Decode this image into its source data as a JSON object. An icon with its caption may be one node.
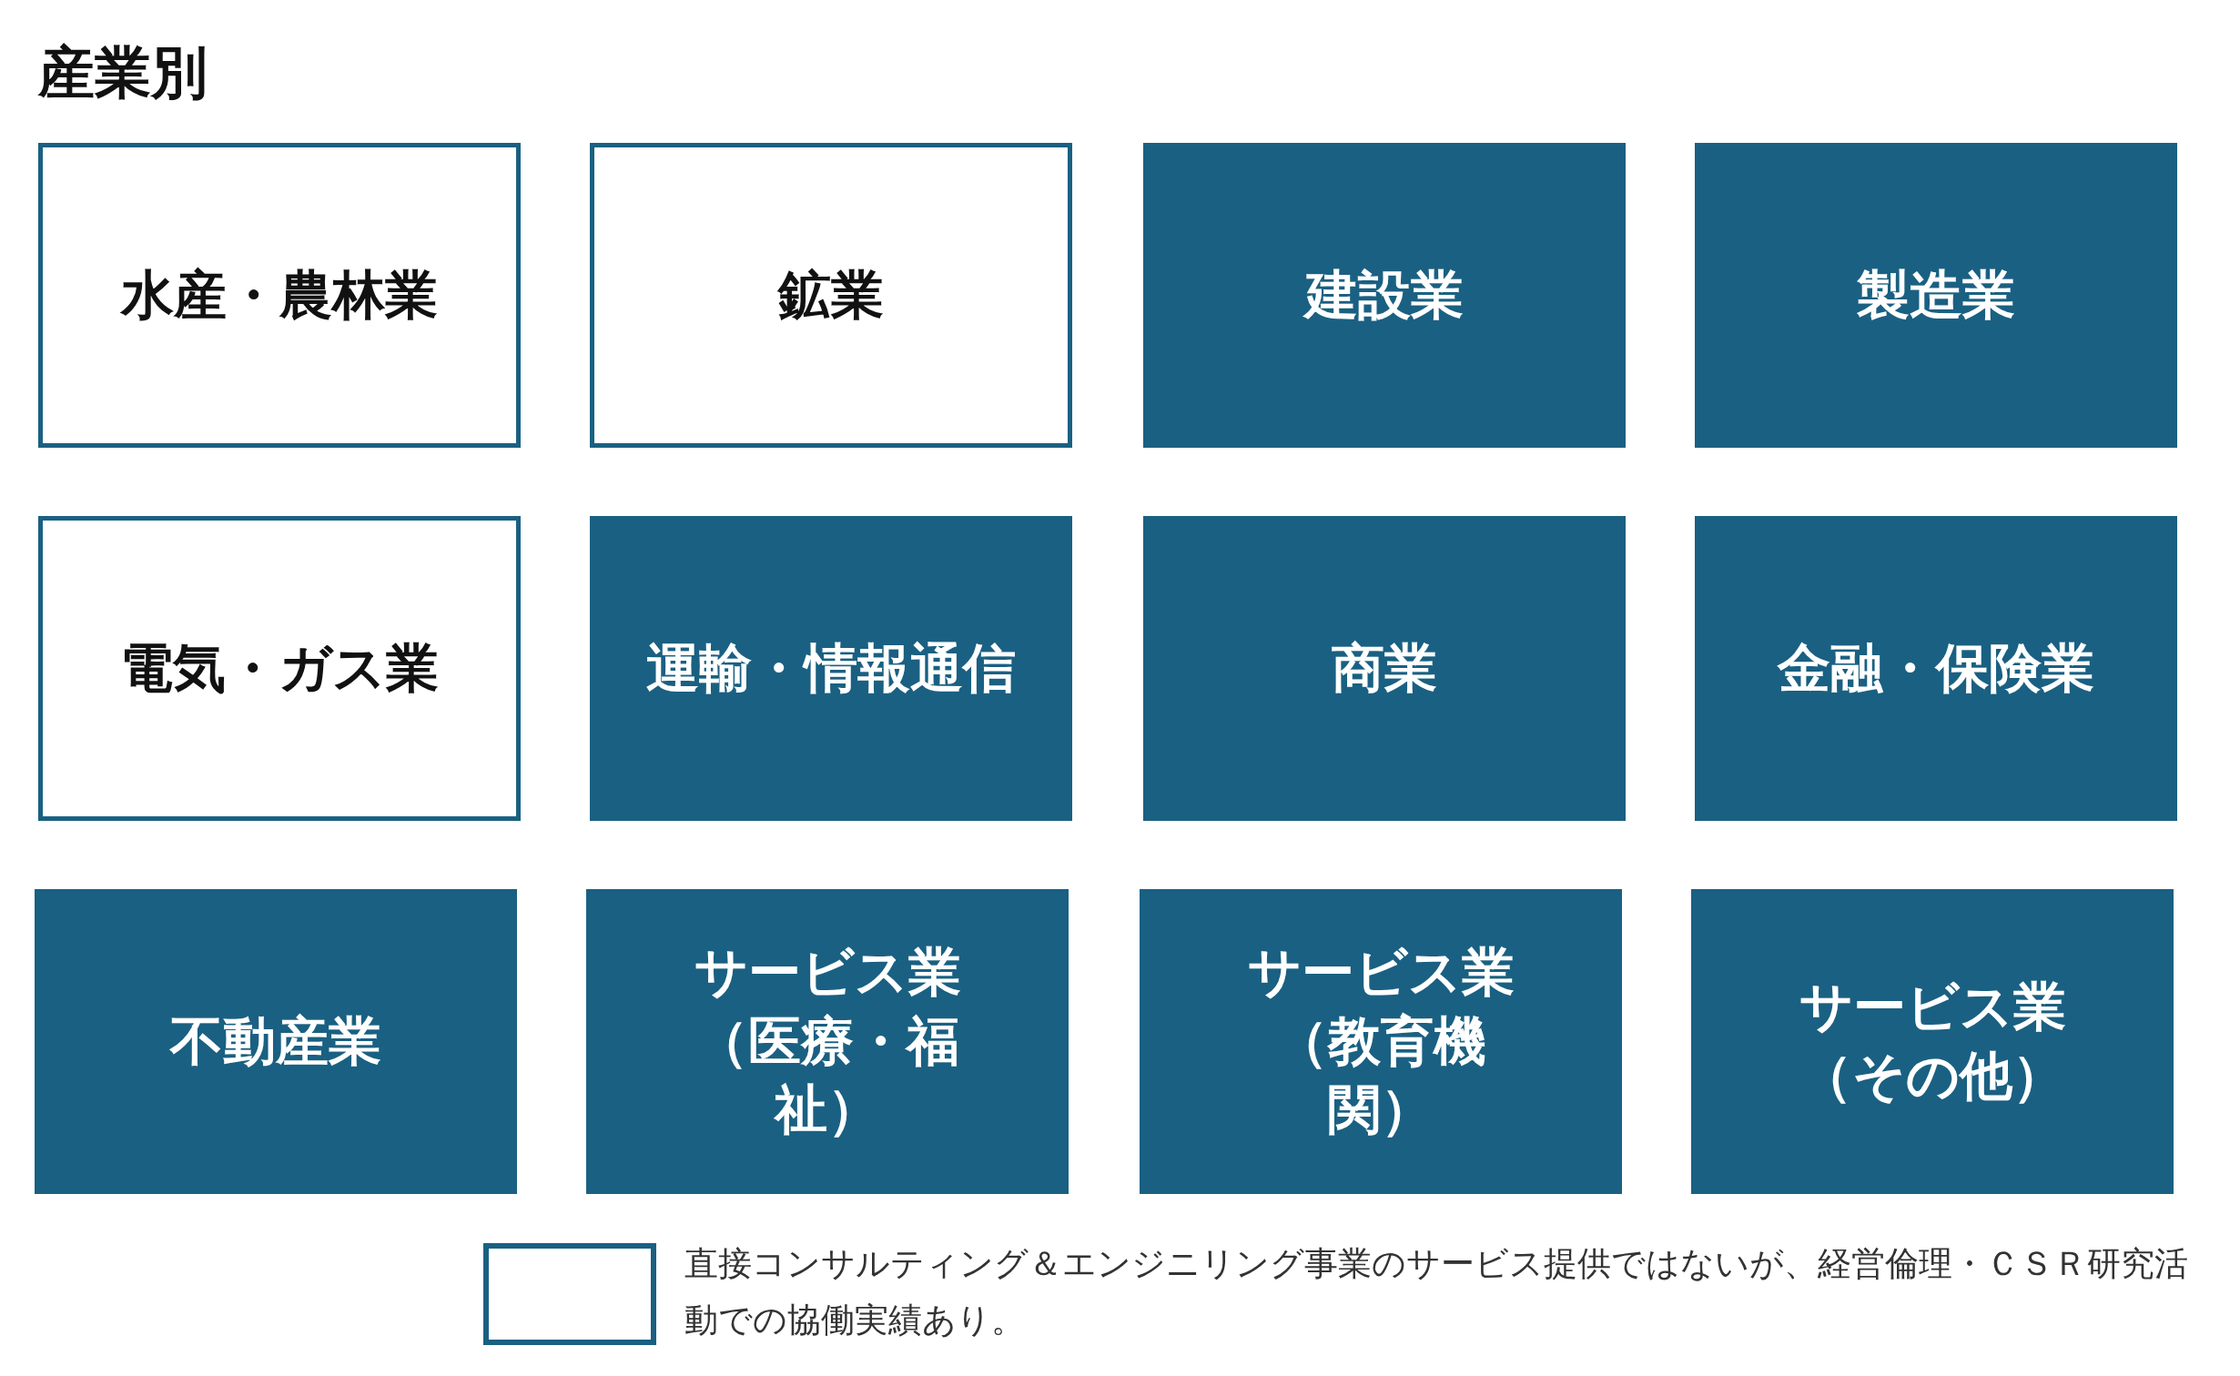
{
  "diagram": {
    "title": "産業別",
    "nodes": [
      {
        "text": [
          "水産・農林業"
        ]
      },
      {
        "text": [
          "鉱業"
        ]
      },
      {
        "text": [
          "建設業"
        ]
      },
      {
        "text": [
          "製造業"
        ]
      },
      {
        "text": [
          "電気・ガス業"
        ]
      },
      {
        "text": [
          "運輸・情報通信"
        ]
      },
      {
        "text": [
          "商業"
        ]
      },
      {
        "text": [
          "金融・保険業"
        ]
      },
      {
        "text": [
          "不動産業"
        ]
      },
      {
        "text": [
          "サービス業（医療・福祉）"
        ]
      },
      {
        "text": [
          "サービス業（教育機関）"
        ]
      },
      {
        "text": [
          "サービス業（その他）"
        ]
      }
    ],
    "edges": [],
    "legend": [
      {
        "text": "直接コンサルティング＆エンジニリング事業のサービス提供ではないが、経営倫理・ＣＳＲ研究活動での協働実績あり。"
      }
    ]
  }
}
